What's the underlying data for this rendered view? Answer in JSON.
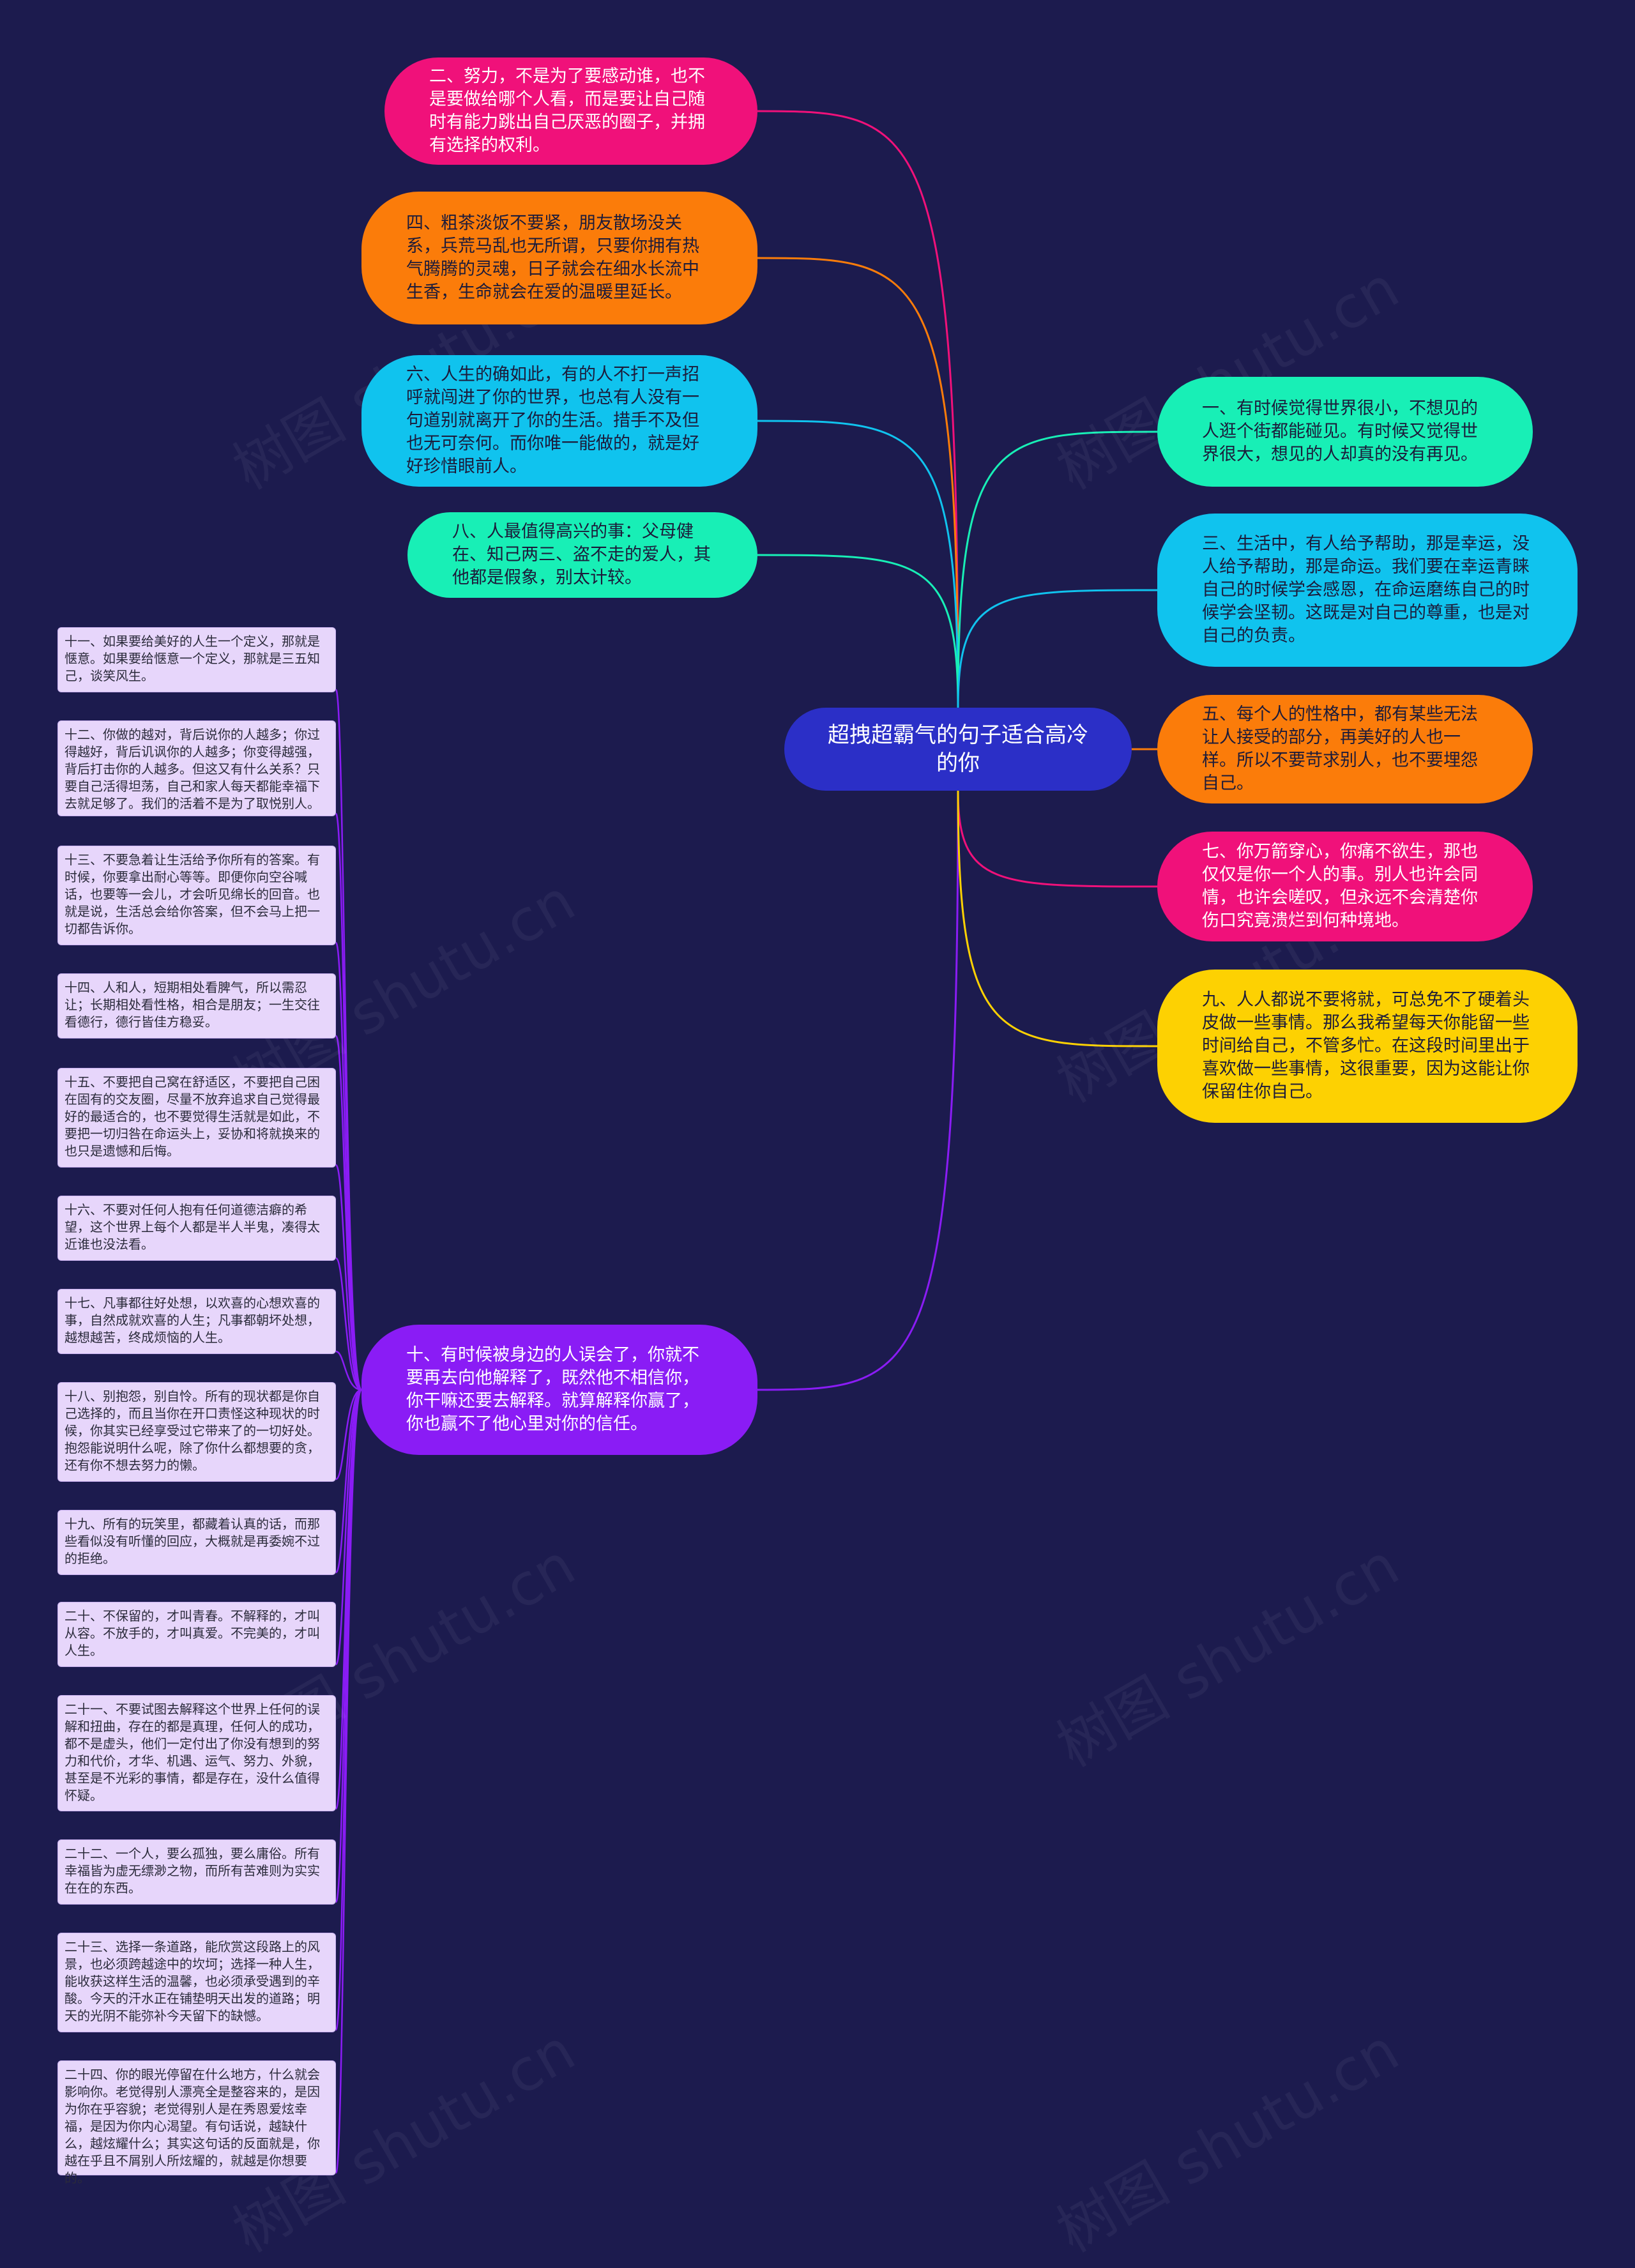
{
  "root": {
    "label": "超拽超霸气的句子适合高冷的你",
    "color": "#2b2fc7"
  },
  "watermark_text": "树图 shutu.cn",
  "left_branches": [
    {
      "id": "b2",
      "text": "二、努力，不是为了要感动谁，也不是要做给哪个人看，而是要让自己随时有能力跳出自己厌恶的圈子，并拥有选择的权利。",
      "color": "#f0117a",
      "line": "#f0117a",
      "text_color": "#ffffff"
    },
    {
      "id": "b4",
      "text": "四、粗茶淡饭不要紧，朋友散场没关系，兵荒马乱也无所谓，只要你拥有热气腾腾的灵魂，日子就会在细水长流中生香，生命就会在爱的温暖里延长。",
      "color": "#fb7c0a",
      "line": "#fb7c0a",
      "text_color": "#1c1b3a"
    },
    {
      "id": "b6",
      "text": "六、人生的确如此，有的人不打一声招呼就闯进了你的世界，也总有人没有一句道别就离开了你的生活。措手不及但也无可奈何。而你唯一能做的，就是好好珍惜眼前人。",
      "color": "#10c3ee",
      "line": "#10c3ee",
      "text_color": "#1c1b3a"
    },
    {
      "id": "b8",
      "text": "八、人最值得高兴的事：父母健在、知己两三、盗不走的爱人，其他都是假象，别太计较。",
      "color": "#18efb6",
      "line": "#18efb6",
      "text_color": "#1c1b3a"
    },
    {
      "id": "b10",
      "text": "十、有时候被身边的人误会了，你就不要再去向他解释了，既然他不相信你，你干嘛还要去解释。就算解释你赢了，你也赢不了他心里对你的信任。",
      "color": "#8a1cf5",
      "line": "#8a1cf5",
      "text_color": "#ffffff"
    }
  ],
  "right_branches": [
    {
      "id": "b1",
      "text": "一、有时候觉得世界很小，不想见的人逛个街都能碰见。有时候又觉得世界很大，想见的人却真的没有再见。",
      "color": "#18efb6",
      "line": "#18efb6",
      "text_color": "#1c1b3a"
    },
    {
      "id": "b3",
      "text": "三、生活中，有人给予帮助，那是幸运，没人给予帮助，那是命运。我们要在幸运青睐自己的时候学会感恩，在命运磨练自己的时候学会坚韧。这既是对自己的尊重，也是对自己的负责。",
      "color": "#10c3ee",
      "line": "#10c3ee",
      "text_color": "#1c1b3a"
    },
    {
      "id": "b5",
      "text": "五、每个人的性格中，都有某些无法让人接受的部分，再美好的人也一样。所以不要苛求别人，也不要埋怨自己。",
      "color": "#fb7c0a",
      "line": "#fb7c0a",
      "text_color": "#1c1b3a"
    },
    {
      "id": "b7",
      "text": "七、你万箭穿心，你痛不欲生，那也仅仅是你一个人的事。别人也许会同情，也许会嗟叹，但永远不会清楚你伤口究竟溃烂到何种境地。",
      "color": "#f0117a",
      "line": "#f0117a",
      "text_color": "#ffffff"
    },
    {
      "id": "b9",
      "text": "九、人人都说不要将就，可总免不了硬着头皮做一些事情。那么我希望每天你能留一些时间给自己，不管多忙。在这段时间里出于喜欢做一些事情，这很重要，因为这能让你保留住你自己。",
      "color": "#fdd102",
      "line": "#fdd102",
      "text_color": "#1c1b3a"
    }
  ],
  "sub_items": [
    "十一、如果要给美好的人生一个定义，那就是惬意。如果要给惬意一个定义，那就是三五知己，谈笑风生。",
    "十二、你做的越对，背后说你的人越多；你过得越好，背后讥讽你的人越多；你变得越强，背后打击你的人越多。但这又有什么关系？只要自己活得坦荡，自己和家人每天都能幸福下去就足够了。我们的活着不是为了取悦别人。",
    "十三、不要急着让生活给予你所有的答案。有时候，你要拿出耐心等等。即便你向空谷喊话，也要等一会儿，才会听见绵长的回音。也就是说，生活总会给你答案，但不会马上把一切都告诉你。",
    "十四、人和人，短期相处看脾气，所以需忍让；长期相处看性格，相合是朋友；一生交往看德行，德行皆佳方稳妥。",
    "十五、不要把自己窝在舒适区，不要把自己困在固有的交友圈，尽量不放弃追求自己觉得最好的最适合的，也不要觉得生活就是如此，不要把一切归咎在命运头上，妥协和将就换来的也只是遗憾和后悔。",
    "十六、不要对任何人抱有任何道德洁癖的希望，这个世界上每个人都是半人半鬼，凑得太近谁也没法看。",
    "十七、凡事都往好处想，以欢喜的心想欢喜的事，自然成就欢喜的人生；凡事都朝坏处想，越想越苦，终成烦恼的人生。",
    "十八、别抱怨，别自怜。所有的现状都是你自己选择的，而且当你在开口责怪这种现状的时候，你其实已经享受过它带来了的一切好处。抱怨能说明什么呢，除了你什么都想要的贪，还有你不想去努力的懒。",
    "十九、所有的玩笑里，都藏着认真的话，而那些看似没有听懂的回应，大概就是再委婉不过的拒绝。",
    "二十、不保留的，才叫青春。不解释的，才叫从容。不放手的，才叫真爱。不完美的，才叫人生。",
    "二十一、不要试图去解释这个世界上任何的误解和扭曲，存在的都是真理，任何人的成功，都不是虚头，他们一定付出了你没有想到的努力和代价，才华、机遇、运气、努力、外貌，甚至是不光彩的事情，都是存在，没什么值得怀疑。",
    "二十二、一个人，要么孤独，要么庸俗。所有幸福皆为虚无缥渺之物，而所有苦难则为实实在在的东西。",
    "二十三、选择一条道路，能欣赏这段路上的风景，也必须跨越途中的坎坷；选择一种人生，能收获这样生活的温馨，也必须承受遇到的辛酸。今天的汗水正在铺垫明天出发的道路；明天的光阴不能弥补今天留下的缺憾。",
    "二十四、你的眼光停留在什么地方，什么就会影响你。老觉得别人漂亮全是整容来的，是因为你在乎容貌；老觉得别人是在秀恩爱炫幸福，是因为你内心渴望。有句话说，越缺什么，越炫耀什么；其实这句话的反面就是，你越在乎且不屑别人所炫耀的，就越是你想要的。"
  ],
  "sub_line_color": "#8a1cf5",
  "card_bg": "#e7d6fb"
}
